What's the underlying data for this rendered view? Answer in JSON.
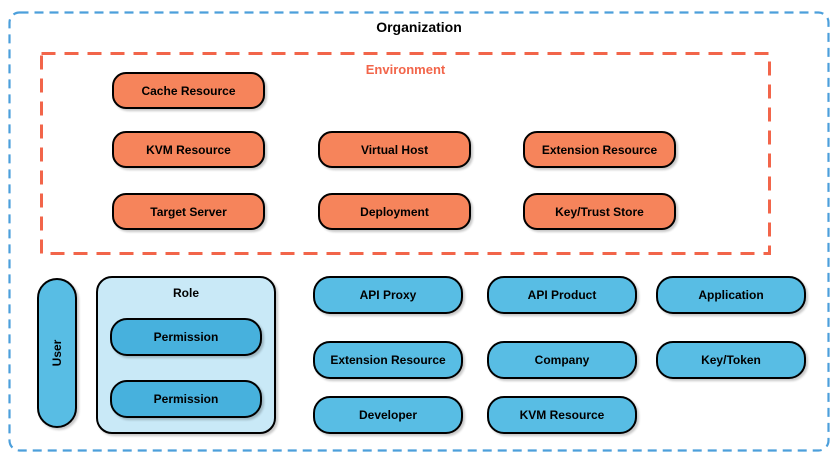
{
  "colors": {
    "organization_border": "#4C9FDB",
    "environment_accent": "#F2654A",
    "environment_pill_fill": "#F6845B",
    "organization_pill_fill": "#58BDE4",
    "permission_pill_fill": "#47B1DD",
    "role_container_fill": "#C9E9F7",
    "pill_border": "#000000"
  },
  "diagram": {
    "title": "Organization",
    "environment": {
      "label": "Environment",
      "nodes": {
        "cache_resource": "Cache Resource",
        "kvm_resource": "KVM Resource",
        "virtual_host": "Virtual Host",
        "extension_resource": "Extension Resource",
        "target_server": "Target Server",
        "deployment": "Deployment",
        "key_trust_store": "Key/Trust Store"
      }
    },
    "organization_nodes": {
      "api_proxy": "API Proxy",
      "api_product": "API Product",
      "application": "Application",
      "extension_resource": "Extension Resource",
      "company": "Company",
      "key_token": "Key/Token",
      "developer": "Developer",
      "kvm_resource": "KVM Resource"
    },
    "user": {
      "label": "User"
    },
    "role": {
      "label": "Role",
      "permissions": [
        "Permission",
        "Permission"
      ]
    }
  }
}
